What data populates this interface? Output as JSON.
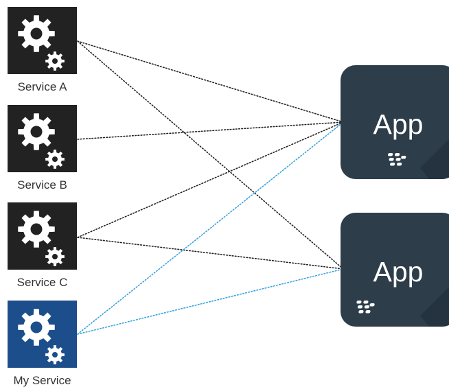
{
  "services": [
    {
      "label": "Service A",
      "color": "#222222"
    },
    {
      "label": "Service B",
      "color": "#222222"
    },
    {
      "label": "Service C",
      "color": "#222222"
    },
    {
      "label": "My Service",
      "color": "#1d4e8c"
    }
  ],
  "apps": [
    {
      "label": "App",
      "color": "#2d3d4a"
    },
    {
      "label": "App",
      "color": "#2d3d4a"
    }
  ],
  "connections": [
    {
      "from": 0,
      "to": 0,
      "color": "#222222"
    },
    {
      "from": 0,
      "to": 1,
      "color": "#222222"
    },
    {
      "from": 1,
      "to": 0,
      "color": "#222222"
    },
    {
      "from": 2,
      "to": 0,
      "color": "#222222"
    },
    {
      "from": 2,
      "to": 1,
      "color": "#222222"
    },
    {
      "from": 3,
      "to": 0,
      "color": "#3aa2dd"
    },
    {
      "from": 3,
      "to": 1,
      "color": "#3aa2dd"
    }
  ],
  "icons": {
    "service": "gears-icon",
    "app_badge": "blackberry-logo-icon"
  }
}
